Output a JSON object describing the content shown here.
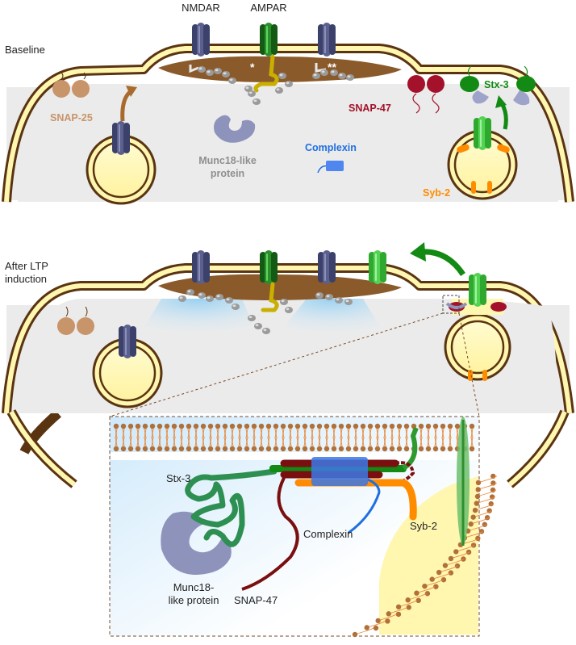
{
  "panels": {
    "baseline": {
      "title": "Baseline"
    },
    "after": {
      "title_line1": "After LTP",
      "title_line2": "induction"
    }
  },
  "receptors": {
    "nmdar": "NMDAR",
    "ampar": "AMPAR"
  },
  "asterisks": {
    "single": "*",
    "double": "**"
  },
  "proteins": {
    "snap25": "SNAP-25",
    "snap47": "SNAP-47",
    "stx3": "Stx-3",
    "munc18_line1": "Munc18-like",
    "munc18_line2": "protein",
    "complexin": "Complexin",
    "syb2": "Syb-2"
  },
  "inset": {
    "stx3": "Stx-3",
    "munc18_line1": "Munc18-",
    "munc18_line2": "like protein",
    "snap47": "SNAP-47",
    "complexin": "Complexin",
    "syb2": "Syb-2"
  },
  "colors": {
    "membrane_outline": "#5a3411",
    "membrane_fill": "#fff6b0",
    "cytoplasm": "#ebebeb",
    "psd": "#8b5a2b",
    "nmdar": "#4a4f7a",
    "ampar": "#1f7a1f",
    "ampar_light": "#3cc43c",
    "snap25": "#c8946a",
    "snap47": "#a3122a",
    "stx3": "#138a13",
    "munc18": "#8e93bc",
    "complexin": "#1f6fe0",
    "syb2": "#ff8c00"
  }
}
